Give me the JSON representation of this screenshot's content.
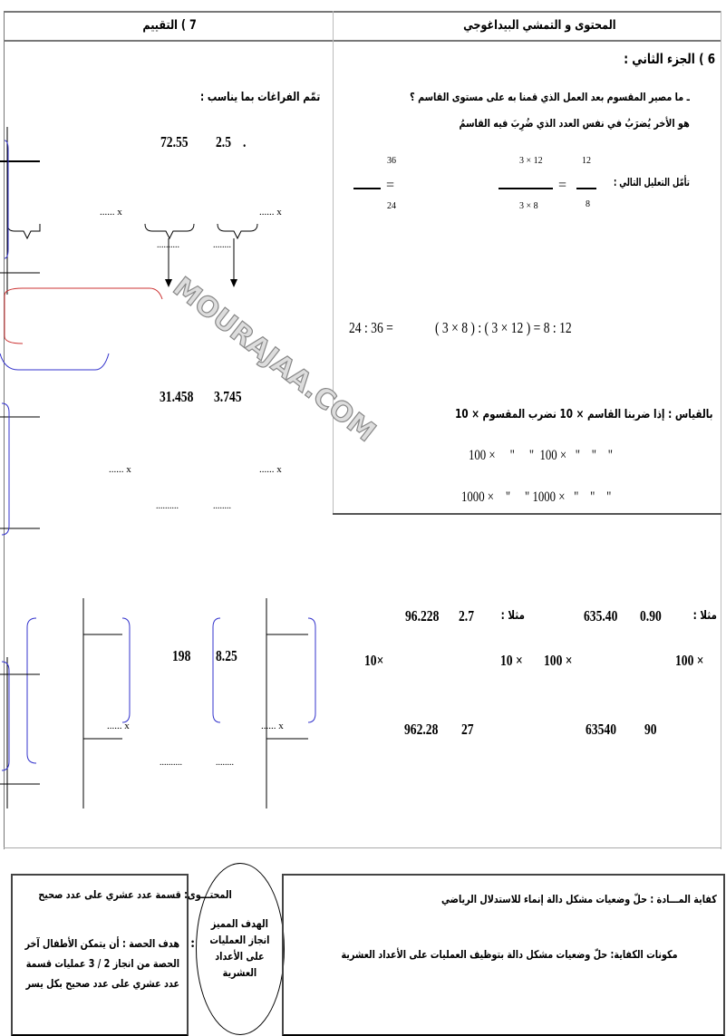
{
  "header": {
    "left_title": "7 ) التقييم",
    "right_title": "المحتوى و التمشي البيداغوجي"
  },
  "right_col": {
    "section_title": "6 ) الجزء الثاني :",
    "question": "ـ ما مصير المقسوم بعد العمل الذي قمنا به على مستوى القاسم ؟",
    "answer": "هو الأخر يُضرَبُ في نفس العدد الذي ضُرِبَ فيه القاسمُ",
    "observe_label": "تأمّل التعليل التالي :",
    "frac1": {
      "num": "12",
      "den": "8"
    },
    "frac2": {
      "num": "3 × 12",
      "den": "3 × 8"
    },
    "frac3": {
      "num": "36",
      "den": "24"
    },
    "equation": {
      "left": "24 : 36 =",
      "middle": "( 3 × 8 ) : ( 3 × 12 )  =  8  :  12"
    },
    "analogy": "بالقياس : إذا ضربنا القاسم × 10 نضرب المقسوم × 10",
    "row100": "100 ×     \"     \"  100 ×   \"    \"    \"",
    "row1000": "1000 ×    \"     \" 1000 ×   \"    \"    \"",
    "example1": {
      "label": "مثلا :",
      "a": "0.90",
      "b": "635.40",
      "mult_left": "100 ×",
      "mult_right": "100 ×",
      "ra": "90",
      "rb": "63540"
    },
    "example2": {
      "label": "مثلا :",
      "a": "2.7",
      "b": "96.228",
      "mult_left": "10×",
      "mult_right": "10 ×",
      "ra": "27",
      "rb": "962.28"
    }
  },
  "left_col": {
    "instruction": "تمّم الفراغات بما يناسب :",
    "ex1": {
      "a": "2.5",
      "b": "72.55",
      "dot": "."
    },
    "ex2": {
      "a": "3.745",
      "b": "31.458"
    },
    "ex3": {
      "a": "8.25",
      "b": "198"
    },
    "blank_x": "...... x",
    "blank": "..........",
    "blank_short": "........"
  },
  "watermark": "MOURAJAA.COM",
  "footer": {
    "competence": "كفاية المـــادة : حلّ وضعيات مشكل دالة إنماء للاستدلال الرياضي",
    "components": "مكونات الكفاية: حلّ وضعيات مشكل دالة بتوظيف العمليات على الأعداد العشرية",
    "target_title": "الهدف المميز",
    "target_text": "انجاز العمليات على الأعداد العشرية",
    "content": "المحتـــوى: قسمة عدد عشري على عدد صحيح",
    "lesson_goal": "هدف الحصة : أن يتمكن الأطفال آخر الحصة من انجاز 2 / 3 عمليات قسمة عدد عشري على عدد صحيح بكل يسر",
    "colon": ":"
  }
}
